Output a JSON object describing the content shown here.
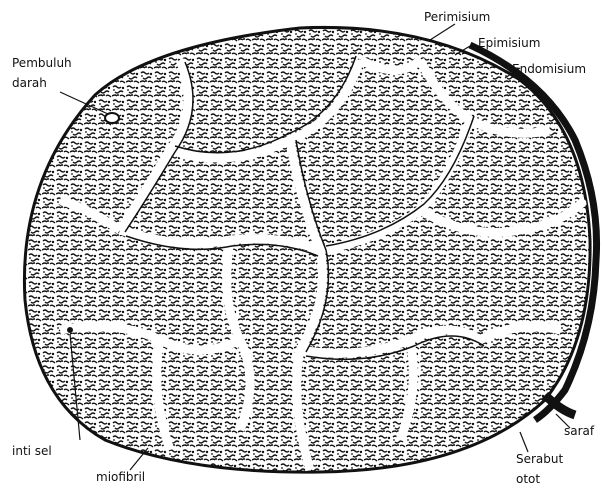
{
  "figure": {
    "labels": {
      "perimisium": "Perimisium",
      "epimisium": "Epimisium",
      "endomisium": "Endomisium",
      "pembuluh_darah_line1": "Pembuluh",
      "pembuluh_darah_line2": "darah",
      "inti_sel": "inti sel",
      "miofibril": "miofibril",
      "saraf": "saraf",
      "serabut_otot_line1": "Serabut",
      "serabut_otot_line2": "otot"
    },
    "colors": {
      "ink": "#111111",
      "paper": "#ffffff"
    }
  }
}
